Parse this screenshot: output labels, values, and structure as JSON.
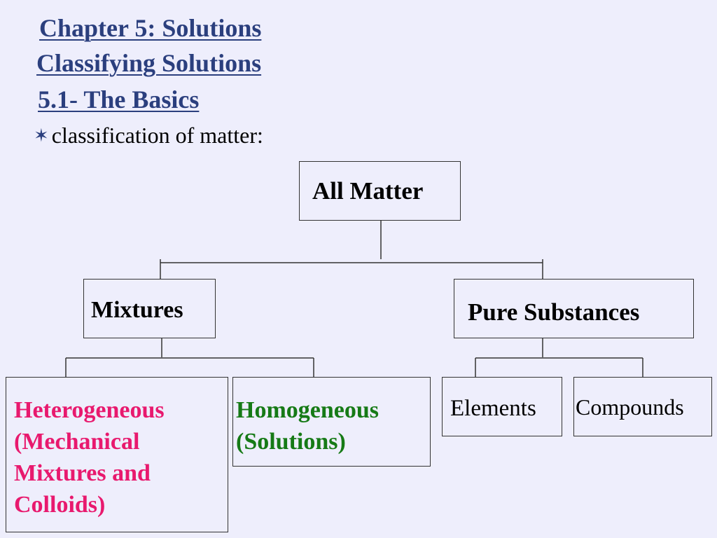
{
  "slide": {
    "title_line_1": "Chapter 5: Solutions",
    "title_line_2": "Classifying Solutions",
    "title_line_3": "5.1- The Basics",
    "bullet": "classification of matter:",
    "bullet_icon": "star-bullet-icon"
  },
  "diagram": {
    "root": "All Matter",
    "mixtures": "Mixtures",
    "pure_substances": "Pure Substances",
    "heterogeneous": "Heterogeneous (Mechanical Mixtures and Colloids)",
    "homogeneous": "Homogeneous (Solutions)",
    "elements": "Elements",
    "compounds": "Compounds",
    "colors": {
      "title": "#2b3f7e",
      "heterogeneous": "#e8196e",
      "homogeneous": "#167a16"
    }
  }
}
